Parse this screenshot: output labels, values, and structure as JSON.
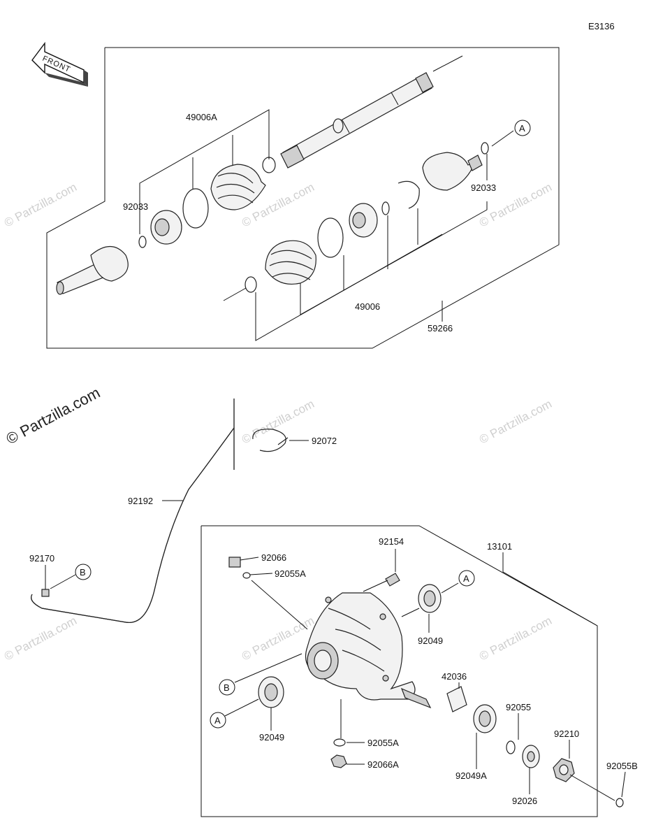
{
  "diagram_code": "E3136",
  "front_label": "FRONT",
  "watermark": "© Partzilla.com",
  "callout_a": "A",
  "callout_b": "B",
  "labels": {
    "p49006A": "49006A",
    "p92033_left": "92033",
    "p92033_right": "92033",
    "p49006": "49006",
    "p59266": "59266",
    "p92072": "92072",
    "p92192": "92192",
    "p92170": "92170",
    "p92066": "92066",
    "p92055A_top": "92055A",
    "p92154": "92154",
    "p13101": "13101",
    "p92049_right": "92049",
    "p92049_left": "92049",
    "p42036": "42036",
    "p92055": "92055",
    "p92210": "92210",
    "p92055B": "92055B",
    "p92055A_bottom": "92055A",
    "p92066A": "92066A",
    "p92049A": "92049A",
    "p92026": "92026"
  }
}
